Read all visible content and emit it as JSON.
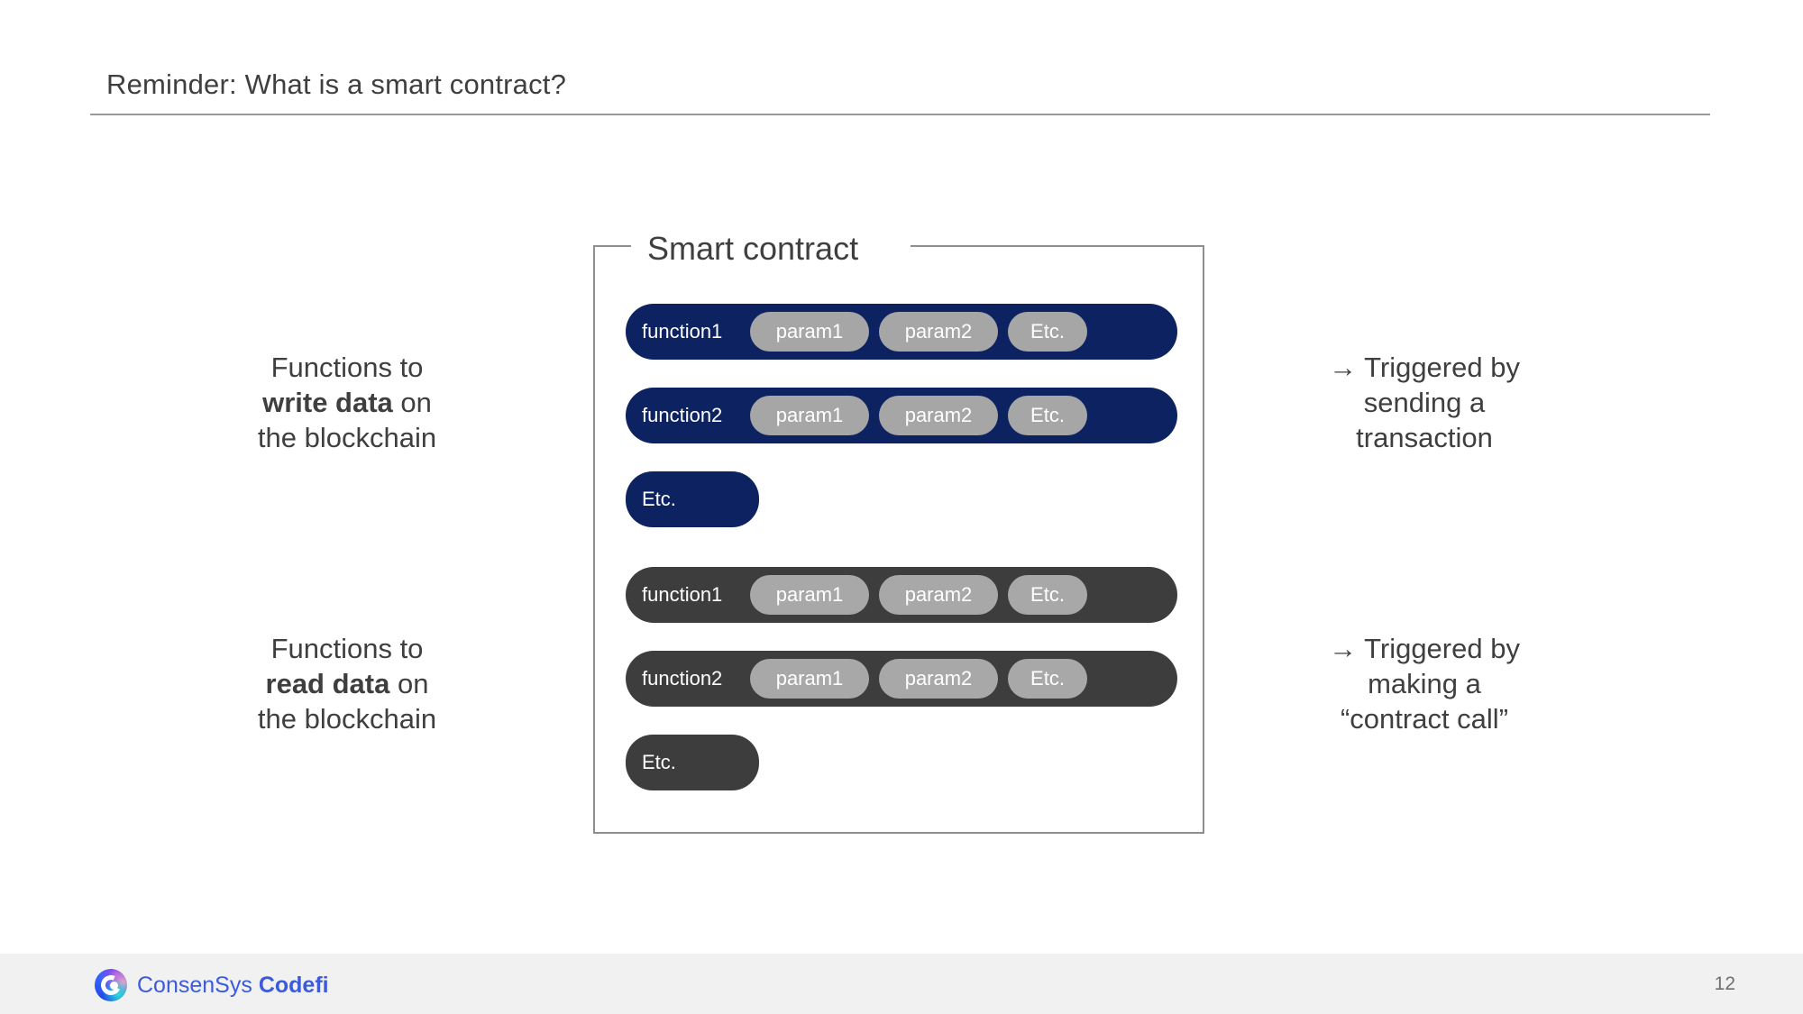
{
  "slide": {
    "title": "Reminder: What is a smart contract?",
    "page_number": "12"
  },
  "diagram": {
    "box_label": "Smart contract",
    "write_group": {
      "rows": [
        {
          "name": "function1",
          "params": [
            "param1",
            "param2",
            "Etc."
          ]
        },
        {
          "name": "function2",
          "params": [
            "param1",
            "param2",
            "Etc."
          ]
        },
        {
          "name": "Etc.",
          "params": []
        }
      ],
      "color": "#0d2260",
      "param_color": "#a6a6a6"
    },
    "read_group": {
      "rows": [
        {
          "name": "function1",
          "params": [
            "param1",
            "param2",
            "Etc."
          ]
        },
        {
          "name": "function2",
          "params": [
            "param1",
            "param2",
            "Etc."
          ]
        },
        {
          "name": "Etc.",
          "params": []
        }
      ],
      "color": "#3d3d3d",
      "param_color": "#a8a8a8"
    }
  },
  "captions": {
    "left_write": {
      "line1": "Functions to",
      "emphasis": "write data",
      "after": " on",
      "line3": "the blockchain"
    },
    "left_read": {
      "line1": "Functions to",
      "emphasis": "read data",
      "after": " on",
      "line3": "the blockchain"
    },
    "right_transaction": {
      "line1": "→ Triggered by",
      "line2": "sending a",
      "line3": "transaction"
    },
    "right_contract_call": {
      "line1": "→ Triggered by",
      "line2": "making a",
      "line3": "“contract call”"
    }
  },
  "footer": {
    "brand_regular": "ConsenSys",
    "brand_bold": "Codefi",
    "brand_color": "#3b5bdb"
  }
}
